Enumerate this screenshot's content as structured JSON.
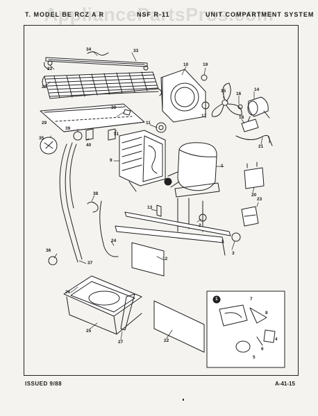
{
  "header": {
    "title_left": "T. MODEL BE RCZ A R",
    "model": "NSF R-11",
    "title_right": "UNIT COMPARTMENT SYSTEM"
  },
  "watermark": "AppliancePartsPros.com",
  "callouts": {
    "c1": "1",
    "c2": "2",
    "c3": "3",
    "c4": "4",
    "c5": "5",
    "c6": "6",
    "c7": "7",
    "c8": "8",
    "c9": "9",
    "c10": "10",
    "c11": "11",
    "c12": "12",
    "c13": "13",
    "c14": "14",
    "c15": "15",
    "c16": "16",
    "c17": "17",
    "c18": "18",
    "c19": "19",
    "c20": "20",
    "c21": "21",
    "c22": "22",
    "c23": "23",
    "c24": "24",
    "c25": "25",
    "c26": "26",
    "c27": "27",
    "c28": "28",
    "c29": "29",
    "c30": "30",
    "c31": "31",
    "c32": "32",
    "c33": "33",
    "c34": "34",
    "c35": "35",
    "c36": "36",
    "c37": "37",
    "c38": "38",
    "c39": "39",
    "c40": "40",
    "inset": "1"
  },
  "footer": {
    "issued": "ISSUED 9/88",
    "code": "A-41-15"
  }
}
